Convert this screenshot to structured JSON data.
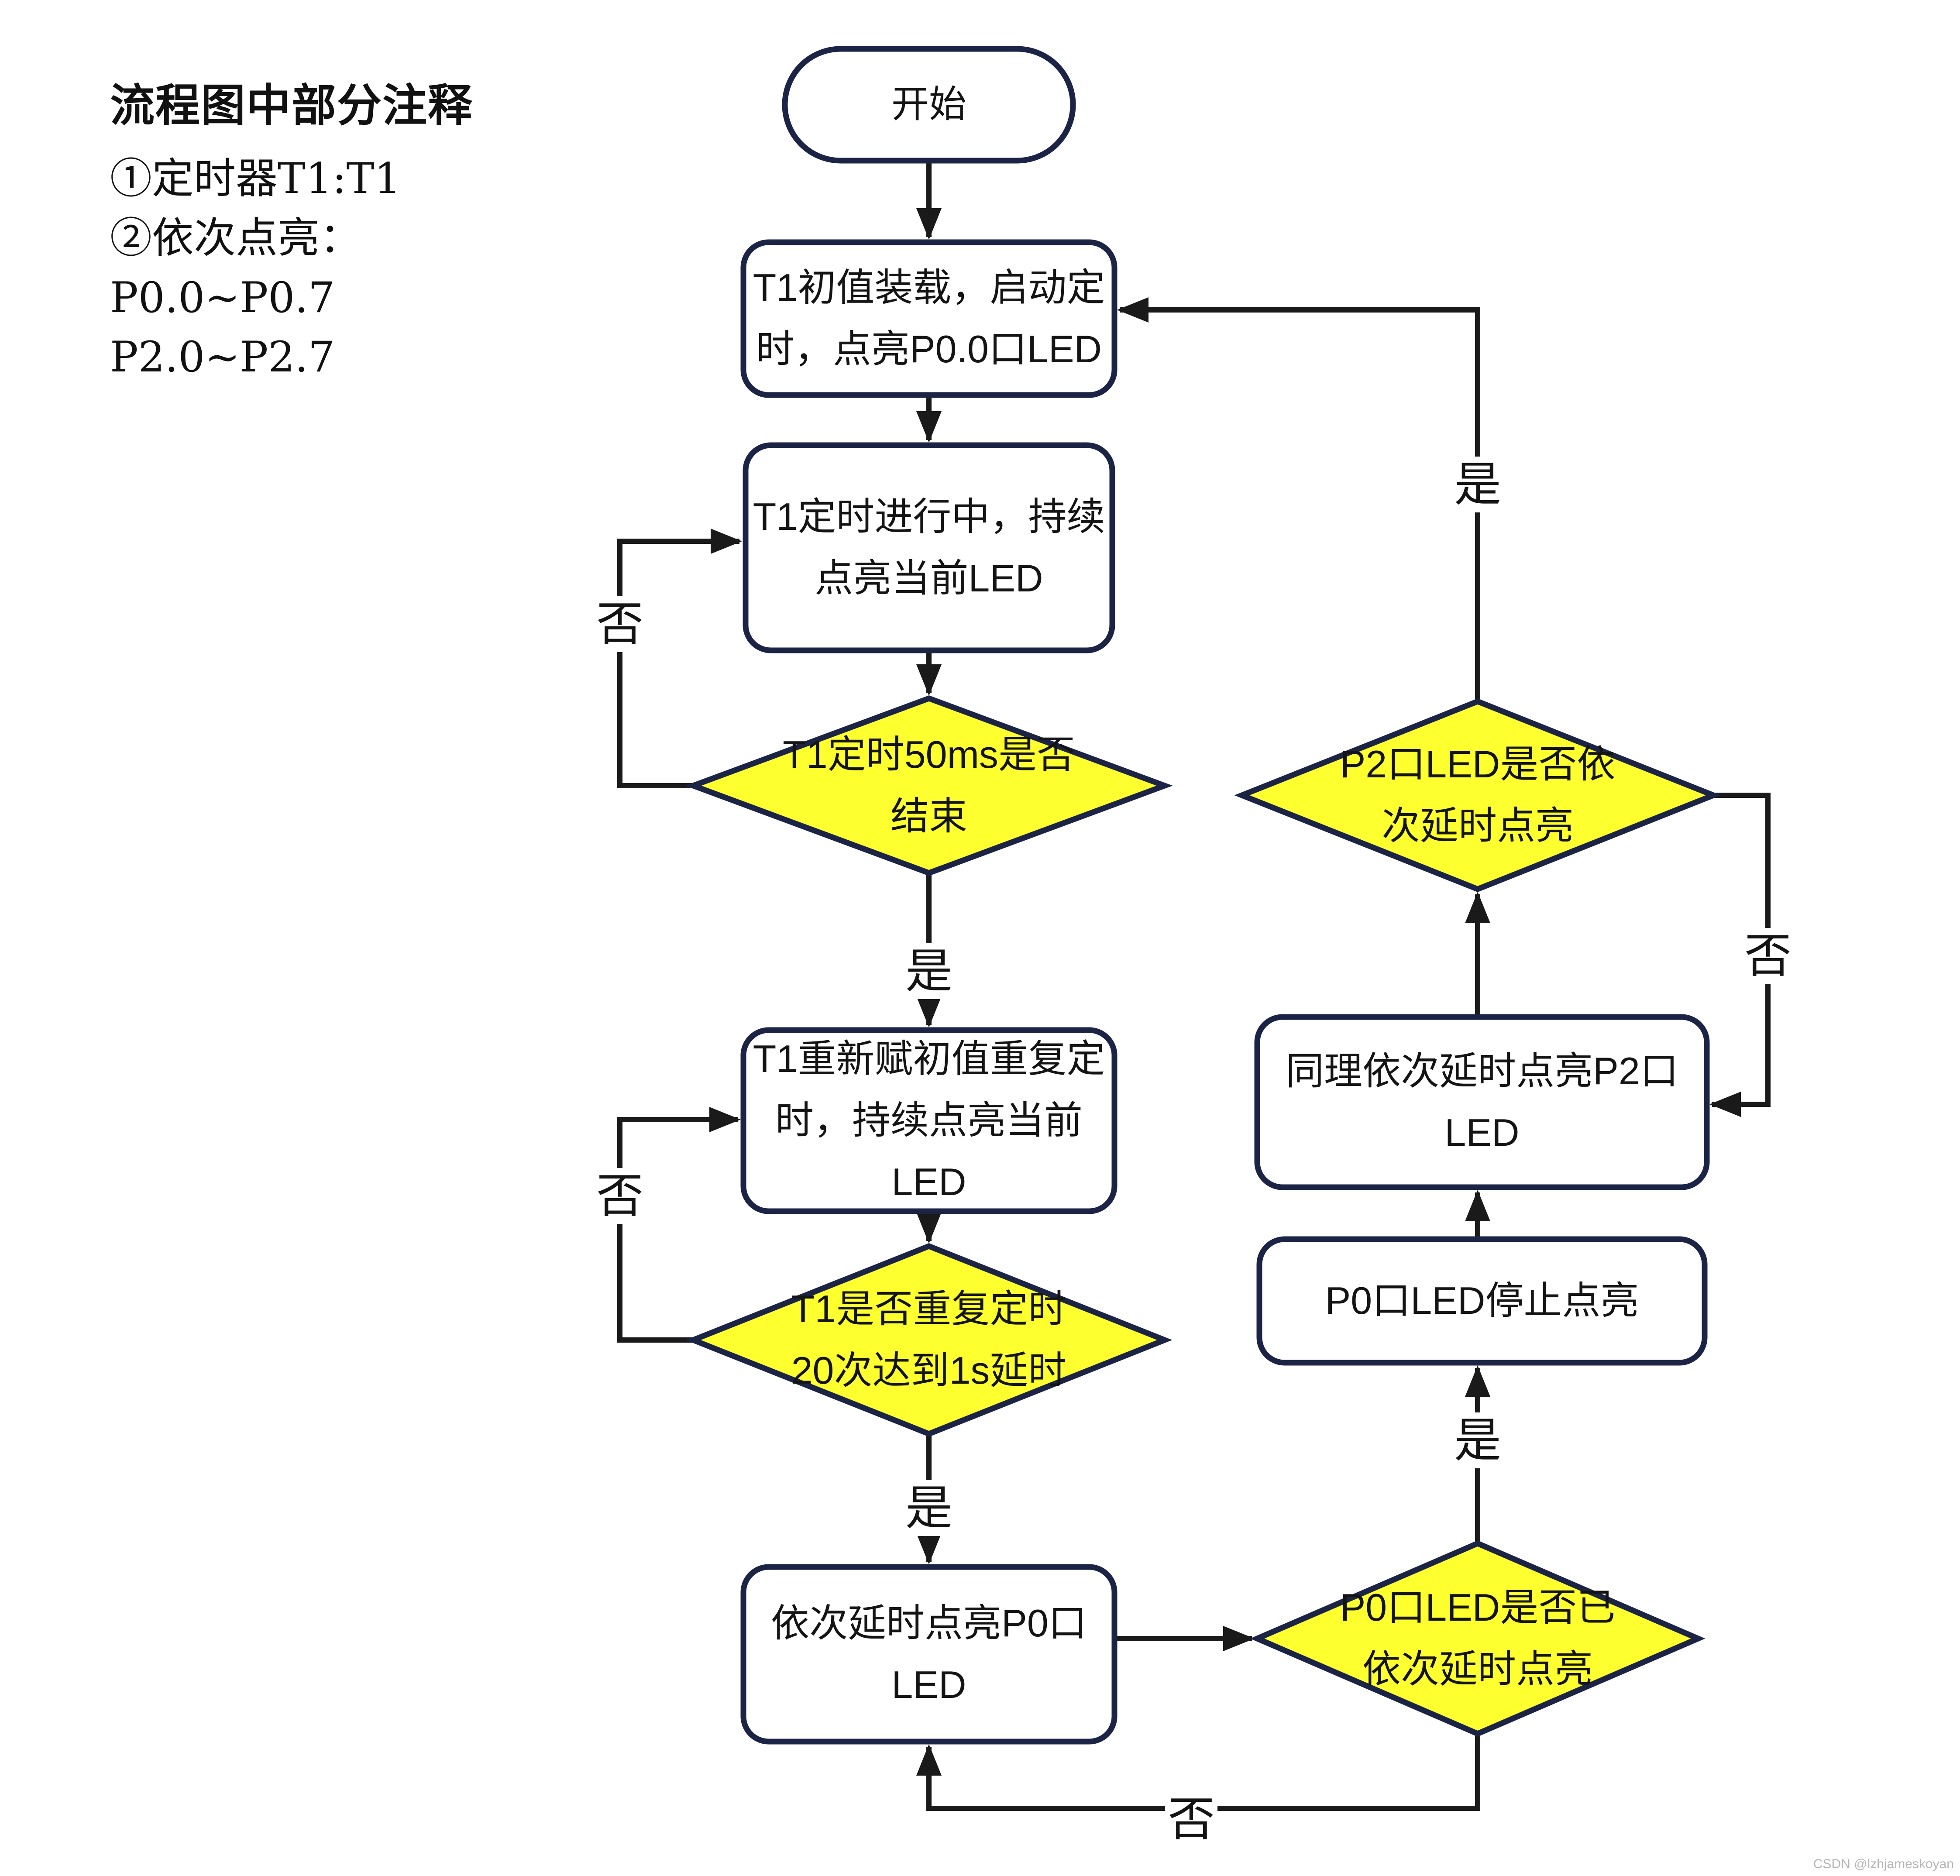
{
  "annotation": {
    "title": "流程图中部分注释",
    "lines": [
      "①定时器T1:T1",
      "②依次点亮：",
      "P0.0~P0.7",
      "P2.0~P2.7"
    ]
  },
  "nodes": {
    "start": {
      "label": "开始"
    },
    "load_t1": {
      "text": "T1初值装载，启动定\n时，点亮P0.0口LED"
    },
    "timing": {
      "text": "T1定时进行中，持续\n点亮当前LED"
    },
    "d_50ms": {
      "text": "T1定时50ms是否\n结束"
    },
    "reload": {
      "text": "T1重新赋初值重复定\n时，持续点亮当前\nLED"
    },
    "d_20x": {
      "text": "T1是否重复定时\n20次达到1s延时"
    },
    "light_p0": {
      "text": "依次延时点亮P0口\nLED"
    },
    "d_p0_done": {
      "text": "P0口LED是否已\n依次延时点亮"
    },
    "p0_stop": {
      "text": "P0口LED停止点亮"
    },
    "light_p2": {
      "text": "同理依次延时点亮P2口\nLED"
    },
    "d_p2_done": {
      "text": "P2口LED是否依\n次延时点亮"
    }
  },
  "labels": {
    "yes": "是",
    "no": "否"
  },
  "watermark": "CSDN @lzhjameskoyan",
  "colors": {
    "border_navy": "#1c2446",
    "diamond_fill": "#fdff2e",
    "line_black": "#1a1a1a",
    "node_fill": "#ffffff",
    "watermark_gray": "#b5b5b5"
  }
}
